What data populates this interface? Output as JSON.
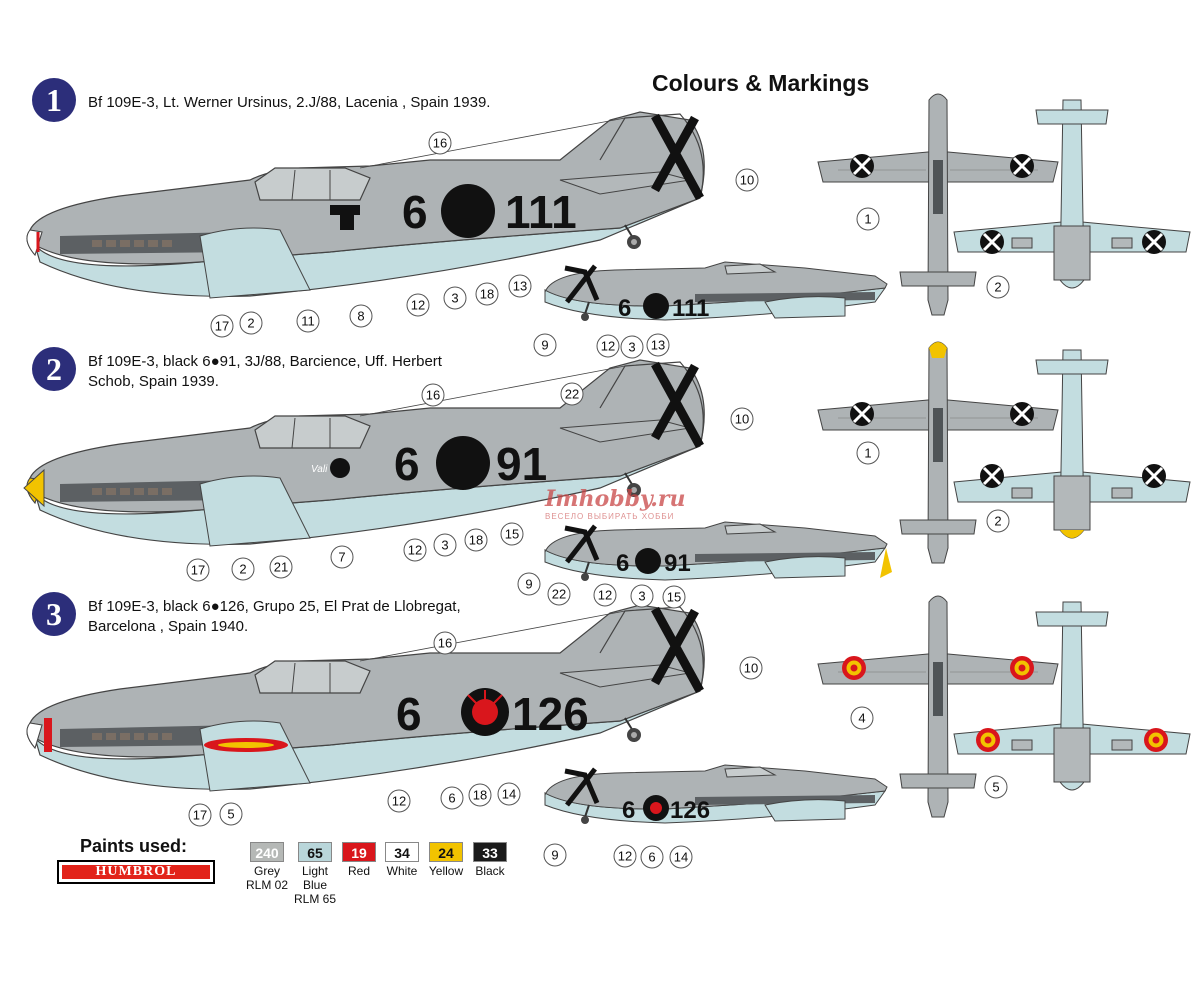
{
  "header": {
    "title": "Colours & Markings"
  },
  "schemes": [
    {
      "number": "1",
      "caption": "Bf 109E-3, Lt. Werner Ursinus, 2.J/88, Lacenia , Spain 1939.",
      "code_left": "6",
      "code_right": "111",
      "small_code_left": "6",
      "small_code_right": "111"
    },
    {
      "number": "2",
      "caption_line1": "Bf 109E-3, black 6●91, 3J/88, Barcience, Uff. Herbert",
      "caption_line2": "Schob, Spain 1939.",
      "code_left": "6",
      "code_right": "91",
      "small_code_left": "6",
      "small_code_right": "91",
      "nose_art_text": "Vali"
    },
    {
      "number": "3",
      "caption_line1": "Bf 109E-3, black 6●126, Grupo 25, El Prat de Llobregat,",
      "caption_line2": "Barcelona , Spain 1940.",
      "code_left": "6",
      "code_right": "126",
      "small_code_left": "6",
      "small_code_right": "126"
    }
  ],
  "callouts": {
    "s1_side": [
      "16",
      "10",
      "12",
      "3",
      "18",
      "13",
      "17",
      "2",
      "11",
      "8"
    ],
    "s1_small": [
      "9",
      "12",
      "3",
      "13"
    ],
    "s1_plan": [
      "1",
      "2"
    ],
    "s2_side": [
      "16",
      "22",
      "10",
      "12",
      "3",
      "18",
      "15",
      "17",
      "2",
      "21",
      "7"
    ],
    "s2_small": [
      "9",
      "22",
      "12",
      "3",
      "15"
    ],
    "s2_plan": [
      "1",
      "2"
    ],
    "s3_side": [
      "16",
      "10",
      "12",
      "6",
      "18",
      "14",
      "17",
      "5"
    ],
    "s3_small": [
      "9",
      "12",
      "6",
      "14"
    ],
    "s3_plan": [
      "4",
      "5"
    ]
  },
  "paints": {
    "label": "Paints used:",
    "brand": "HUMBROL",
    "items": [
      {
        "code": "240",
        "name1": "Grey",
        "name2": "RLM 02",
        "name3": "",
        "bg": "#b5b8b6",
        "fg": "#ffffff"
      },
      {
        "code": "65",
        "name1": "Light",
        "name2": "Blue",
        "name3": "RLM 65",
        "bg": "#b9d6da",
        "fg": "#111111"
      },
      {
        "code": "19",
        "name1": "Red",
        "name2": "",
        "name3": "",
        "bg": "#d9161c",
        "fg": "#ffffff"
      },
      {
        "code": "34",
        "name1": "White",
        "name2": "",
        "name3": "",
        "bg": "#ffffff",
        "fg": "#111111"
      },
      {
        "code": "24",
        "name1": "Yellow",
        "name2": "",
        "name3": "",
        "bg": "#f2c300",
        "fg": "#111111"
      },
      {
        "code": "33",
        "name1": "Black",
        "name2": "",
        "name3": "",
        "bg": "#1b1b1b",
        "fg": "#ffffff"
      }
    ]
  },
  "watermark": {
    "text": "Imhobby.ru",
    "sub": "ВЕСЕЛО ВЫБИРАТЬ ХОББИ"
  },
  "colors": {
    "upper_grey": "#aeb3b5",
    "lower_blue": "#c3dde0",
    "dark_grey": "#5c6063",
    "badge": "#2c2e7a"
  }
}
